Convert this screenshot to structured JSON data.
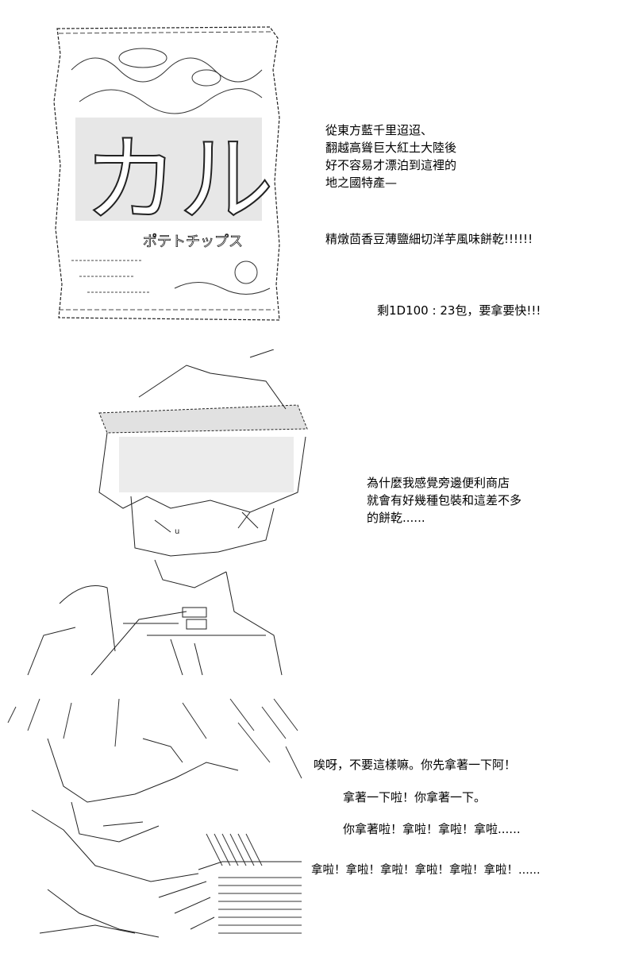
{
  "panel1": {
    "intro_lines": [
      "從東方藍千里迢迢、",
      "翻越高聳巨大紅土大陸後",
      "好不容易才漂泊到這裡的",
      "地之國特產—"
    ],
    "product_name": "精燉茴香豆薄鹽細切洋芋風味餅乾!!!!!!",
    "remaining": "剩1D100 : 23包，要拿要快!!!",
    "bag_label": "カル",
    "bag_sub": "ポテトチップス"
  },
  "panel2": {
    "lines": [
      "為什麼我感覺旁邊便利商店",
      "就會有好幾種包裝和這差不多",
      "的餅乾......"
    ]
  },
  "panel3": {
    "line1": "唉呀，不要這樣嘛。你先拿著一下阿！",
    "line2": "拿著一下啦！你拿著一下。",
    "line3": "你拿著啦！拿啦！拿啦！拿啦......",
    "line4": "拿啦！拿啦！拿啦！拿啦！拿啦！拿啦！......"
  },
  "colors": {
    "ink": "#000000",
    "background": "#ffffff",
    "screen_tone": "#c9c9c9"
  }
}
